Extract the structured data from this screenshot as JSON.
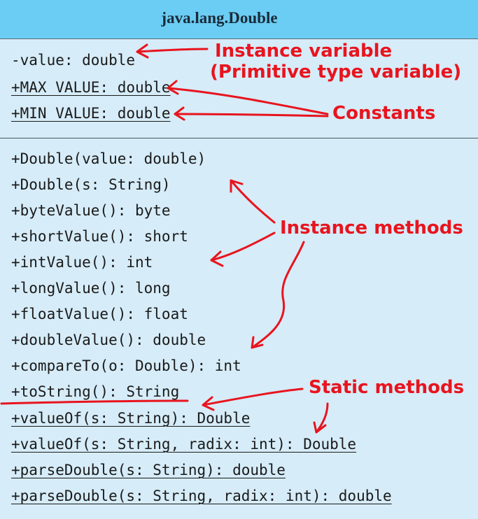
{
  "class_name": "java.lang.Double",
  "fields": [
    {
      "text": "-value: double",
      "static": false
    },
    {
      "text": "+MAX_VALUE: double",
      "static": true
    },
    {
      "text": "+MIN_VALUE: double",
      "static": true
    }
  ],
  "methods": [
    {
      "text": "+Double(value: double)",
      "static": false
    },
    {
      "text": "+Double(s: String)",
      "static": false
    },
    {
      "text": "+byteValue(): byte",
      "static": false
    },
    {
      "text": "+shortValue(): short",
      "static": false
    },
    {
      "text": "+intValue(): int",
      "static": false
    },
    {
      "text": "+longValue(): long",
      "static": false
    },
    {
      "text": "+floatValue(): float",
      "static": false
    },
    {
      "text": "+doubleValue(): double",
      "static": false
    },
    {
      "text": "+compareTo(o: Double): int",
      "static": false
    },
    {
      "text": "+toString(): String",
      "static": false
    },
    {
      "text": "+valueOf(s: String): Double",
      "static": true
    },
    {
      "text": "+valueOf(s: String, radix: int): Double",
      "static": true
    },
    {
      "text": "+parseDouble(s: String): double",
      "static": true
    },
    {
      "text": "+parseDouble(s: String, radix: int): double",
      "static": true
    }
  ],
  "annotations": {
    "instance_variable": "Instance variable",
    "primitive_type": "(Primitive type variable)",
    "constants": "Constants",
    "instance_methods": "Instance methods",
    "static_methods": "Static methods"
  },
  "colors": {
    "header": "#6bcdf3",
    "body": "#d6ecf8",
    "annotation": "#e8141e"
  }
}
